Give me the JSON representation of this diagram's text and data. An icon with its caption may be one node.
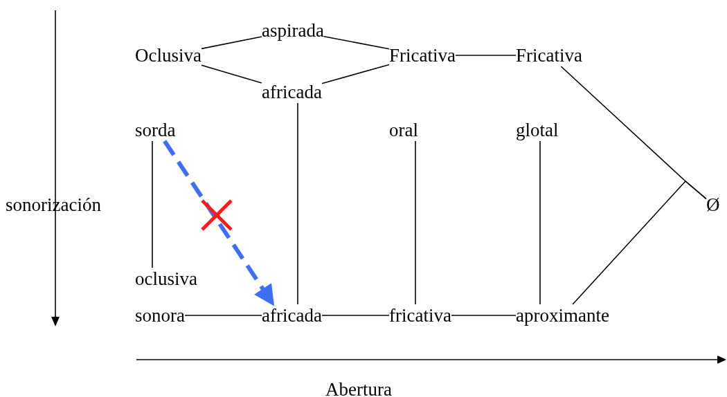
{
  "diagram": {
    "nodes": [
      {
        "text": [
          "Oclusiva"
        ]
      },
      {
        "text": [
          "aspirada"
        ]
      },
      {
        "text": [
          "africada"
        ]
      },
      {
        "text": [
          "Fricativa"
        ]
      },
      {
        "text": [
          "Fricativa"
        ]
      },
      {
        "text": [
          "sorda"
        ]
      },
      {
        "text": [
          "oral"
        ]
      },
      {
        "text": [
          "glotal"
        ]
      },
      {
        "text": [
          "oclusiva"
        ]
      },
      {
        "text": [
          "sonora"
        ]
      },
      {
        "text": [
          "africada"
        ]
      },
      {
        "text": [
          "fricativa"
        ]
      },
      {
        "text": [
          "aproximante"
        ]
      },
      {
        "text": [
          "Ø"
        ]
      }
    ],
    "edges": [
      {
        "from": 0,
        "to": 1,
        "arrow": "none"
      },
      {
        "from": 0,
        "to": 2,
        "arrow": "none"
      },
      {
        "from": 1,
        "to": 3,
        "arrow": "none"
      },
      {
        "from": 2,
        "to": 3,
        "arrow": "none"
      },
      {
        "from": 3,
        "to": 4,
        "arrow": "none"
      },
      {
        "from": 4,
        "to": 13,
        "arrow": "none"
      },
      {
        "from": 13,
        "to": 12,
        "arrow": "none"
      },
      {
        "from": 5,
        "to": 8,
        "arrow": "none"
      },
      {
        "from": 2,
        "to": 10,
        "arrow": "none"
      },
      {
        "from": 6,
        "to": 11,
        "arrow": "none"
      },
      {
        "from": 7,
        "to": 12,
        "arrow": "none"
      },
      {
        "from": 9,
        "to": 10,
        "arrow": "none"
      },
      {
        "from": 10,
        "to": 11,
        "arrow": "none"
      },
      {
        "from": 11,
        "to": 12,
        "arrow": "none"
      },
      {
        "from": 5,
        "to": 10,
        "arrow": "to",
        "style": "dashed",
        "color": "#3d6ff2"
      }
    ],
    "labels": [
      "sonorización",
      "Abertura"
    ]
  }
}
